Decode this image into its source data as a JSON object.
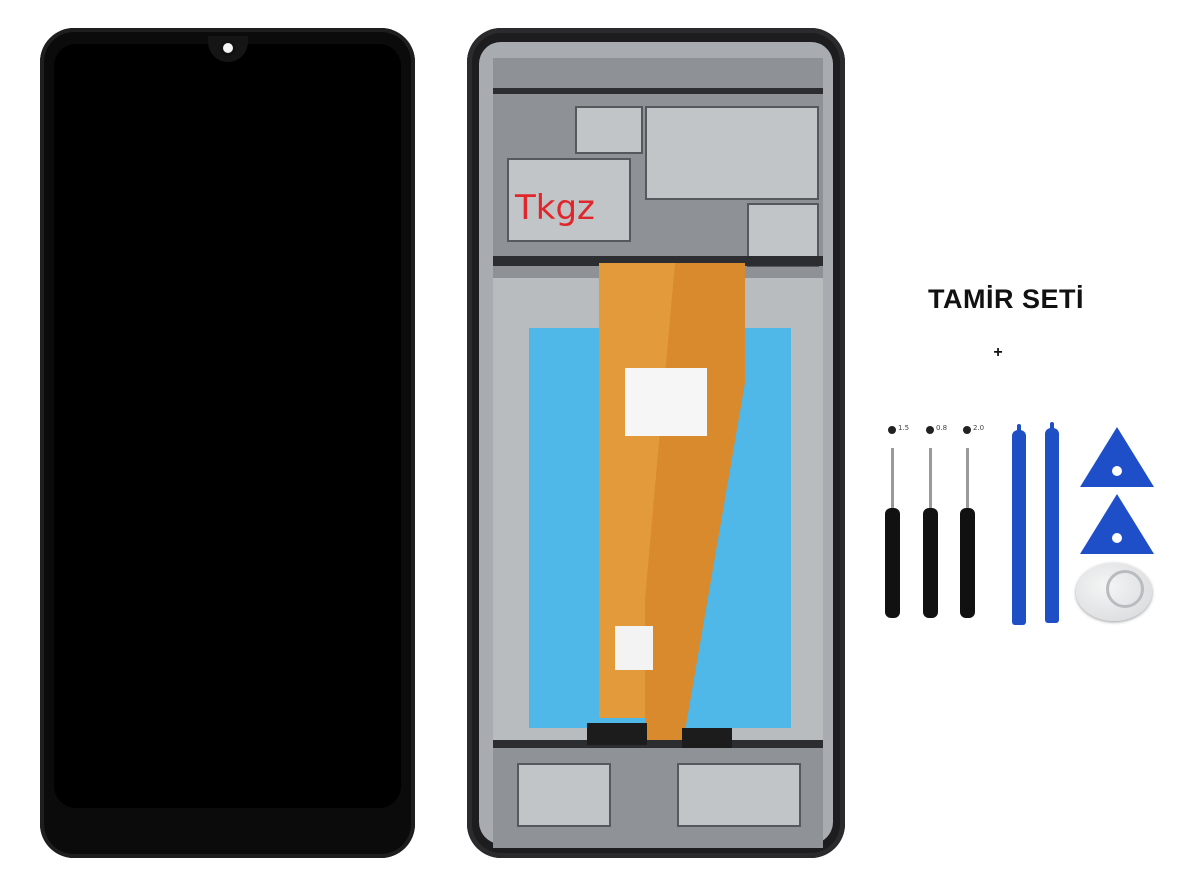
{
  "watermark": "Tkgz",
  "kit": {
    "title": "TAMİR SETİ",
    "plus": "+",
    "screwdrivers": [
      {
        "label": "1.5"
      },
      {
        "label": "0.8"
      },
      {
        "label": "2.0"
      }
    ]
  },
  "colors": {
    "flex_cable": "#e39a3a",
    "tool_blue": "#1f4fc8",
    "protective_film": "#4fb8e8",
    "watermark_red": "#e0262b"
  }
}
